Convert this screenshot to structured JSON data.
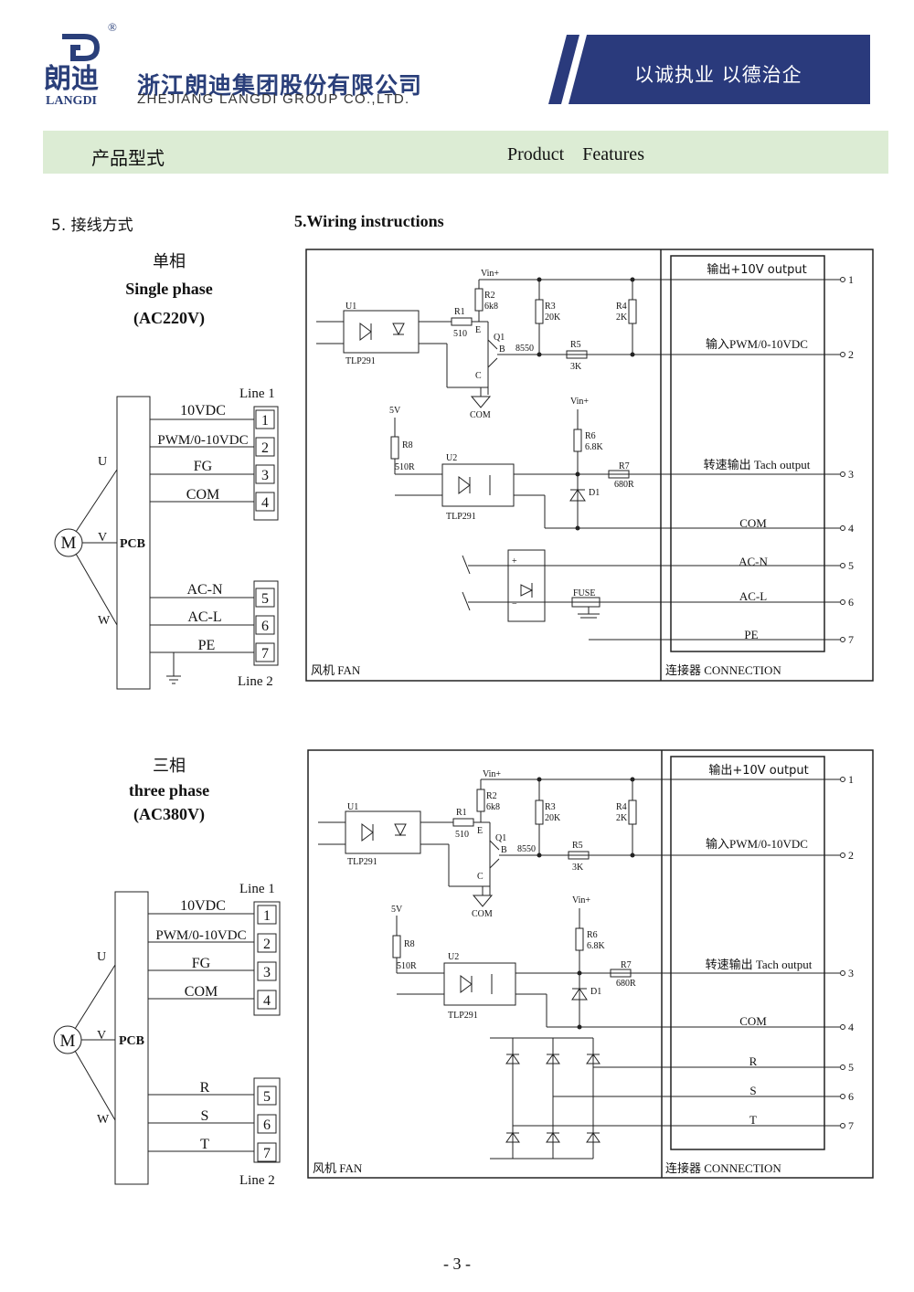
{
  "header": {
    "logo_cn": "朗迪",
    "logo_en": "LANGDI",
    "registered_mark": "®",
    "company_cn": "浙江朗迪集团股份有限公司",
    "company_en": "ZHEJIANG LANGDI GROUP CO.,LTD.",
    "slogan": "以诚执业  以德治企",
    "colors": {
      "brand_blue": "#2a3f7a",
      "banner_navy": "#2a3a7c",
      "bar_green": "#dcecd4"
    }
  },
  "section_bar": {
    "cn": "产品型式",
    "en": "Product    Features"
  },
  "section": {
    "cn": "5. 接线方式",
    "en": "5.Wiring instructions"
  },
  "single_phase": {
    "title_cn": "单相",
    "title_en": "Single phase",
    "voltage": "(AC220V)",
    "motor": "M",
    "pcb": "PCB",
    "phases": [
      "U",
      "V",
      "W"
    ],
    "line1": "Line 1",
    "line2": "Line 2",
    "terminals": [
      {
        "label": "10VDC",
        "num": "1"
      },
      {
        "label": "PWM/0-10VDC",
        "num": "2"
      },
      {
        "label": "FG",
        "num": "3"
      },
      {
        "label": "COM",
        "num": "4"
      },
      {
        "label": "AC-N",
        "num": "5"
      },
      {
        "label": "AC-L",
        "num": "6"
      },
      {
        "label": "PE",
        "num": "7"
      }
    ],
    "schematic": {
      "fan": "风机 FAN",
      "connection": "连接器 CONNECTION",
      "outputs": [
        "输出+10V output",
        "输入PWM/0-10VDC",
        "转速输出 Tach output",
        "COM",
        "AC-N",
        "AC-L",
        "PE"
      ],
      "pins": [
        "1",
        "2",
        "3",
        "4",
        "5",
        "6",
        "7"
      ],
      "parts": {
        "u1": "U1",
        "u2": "U2",
        "tlp": "TLP291",
        "vin": "Vin+",
        "r1": "R1",
        "r1v": "510",
        "r2": "R2",
        "r2v": "6k8",
        "r3": "R3",
        "r3v": "20K",
        "r4": "R4",
        "r4v": "2K",
        "r5": "R5",
        "r5v": "3K",
        "r6": "R6",
        "r6v": "6.8K",
        "r7": "R7",
        "r7v": "680R",
        "r8": "R8",
        "r8v": "510R",
        "q1": "Q1",
        "q1v": "8550",
        "com": "COM",
        "v5": "5V",
        "d1": "D1",
        "fuse": "FUSE",
        "e": "E",
        "b": "B",
        "c": "C",
        "plus": "+",
        "minus": "−"
      }
    }
  },
  "three_phase": {
    "title_cn": "三相",
    "title_en": "three phase",
    "voltage": "(AC380V)",
    "motor": "M",
    "pcb": "PCB",
    "phases": [
      "U",
      "V",
      "W"
    ],
    "line1": "Line 1",
    "line2": "Line 2",
    "terminals": [
      {
        "label": "10VDC",
        "num": "1"
      },
      {
        "label": "PWM/0-10VDC",
        "num": "2"
      },
      {
        "label": "FG",
        "num": "3"
      },
      {
        "label": "COM",
        "num": "4"
      },
      {
        "label": "R",
        "num": "5"
      },
      {
        "label": "S",
        "num": "6"
      },
      {
        "label": "T",
        "num": "7"
      }
    ],
    "schematic": {
      "fan": "风机 FAN",
      "connection": "连接器 CONNECTION",
      "outputs": [
        "输出+10V output",
        "输入PWM/0-10VDC",
        "转速输出 Tach output",
        "COM",
        "R",
        "S",
        "T"
      ],
      "pins": [
        "1",
        "2",
        "3",
        "4",
        "5",
        "6",
        "7"
      ],
      "parts": {
        "u1": "U1",
        "u2": "U2",
        "tlp": "TLP291",
        "vin": "Vin+",
        "r1": "R1",
        "r1v": "510",
        "r2": "R2",
        "r2v": "6k8",
        "r3": "R3",
        "r3v": "20K",
        "r4": "R4",
        "r4v": "2K",
        "r5": "R5",
        "r5v": "3K",
        "r6": "R6",
        "r6v": "6.8K",
        "r7": "R7",
        "r7v": "680R",
        "r8": "R8",
        "r8v": "510R",
        "q1": "Q1",
        "q1v": "8550",
        "com": "COM",
        "v5": "5V",
        "d1": "D1",
        "e": "E",
        "b": "B",
        "c": "C"
      }
    }
  },
  "page_number": "- 3 -"
}
